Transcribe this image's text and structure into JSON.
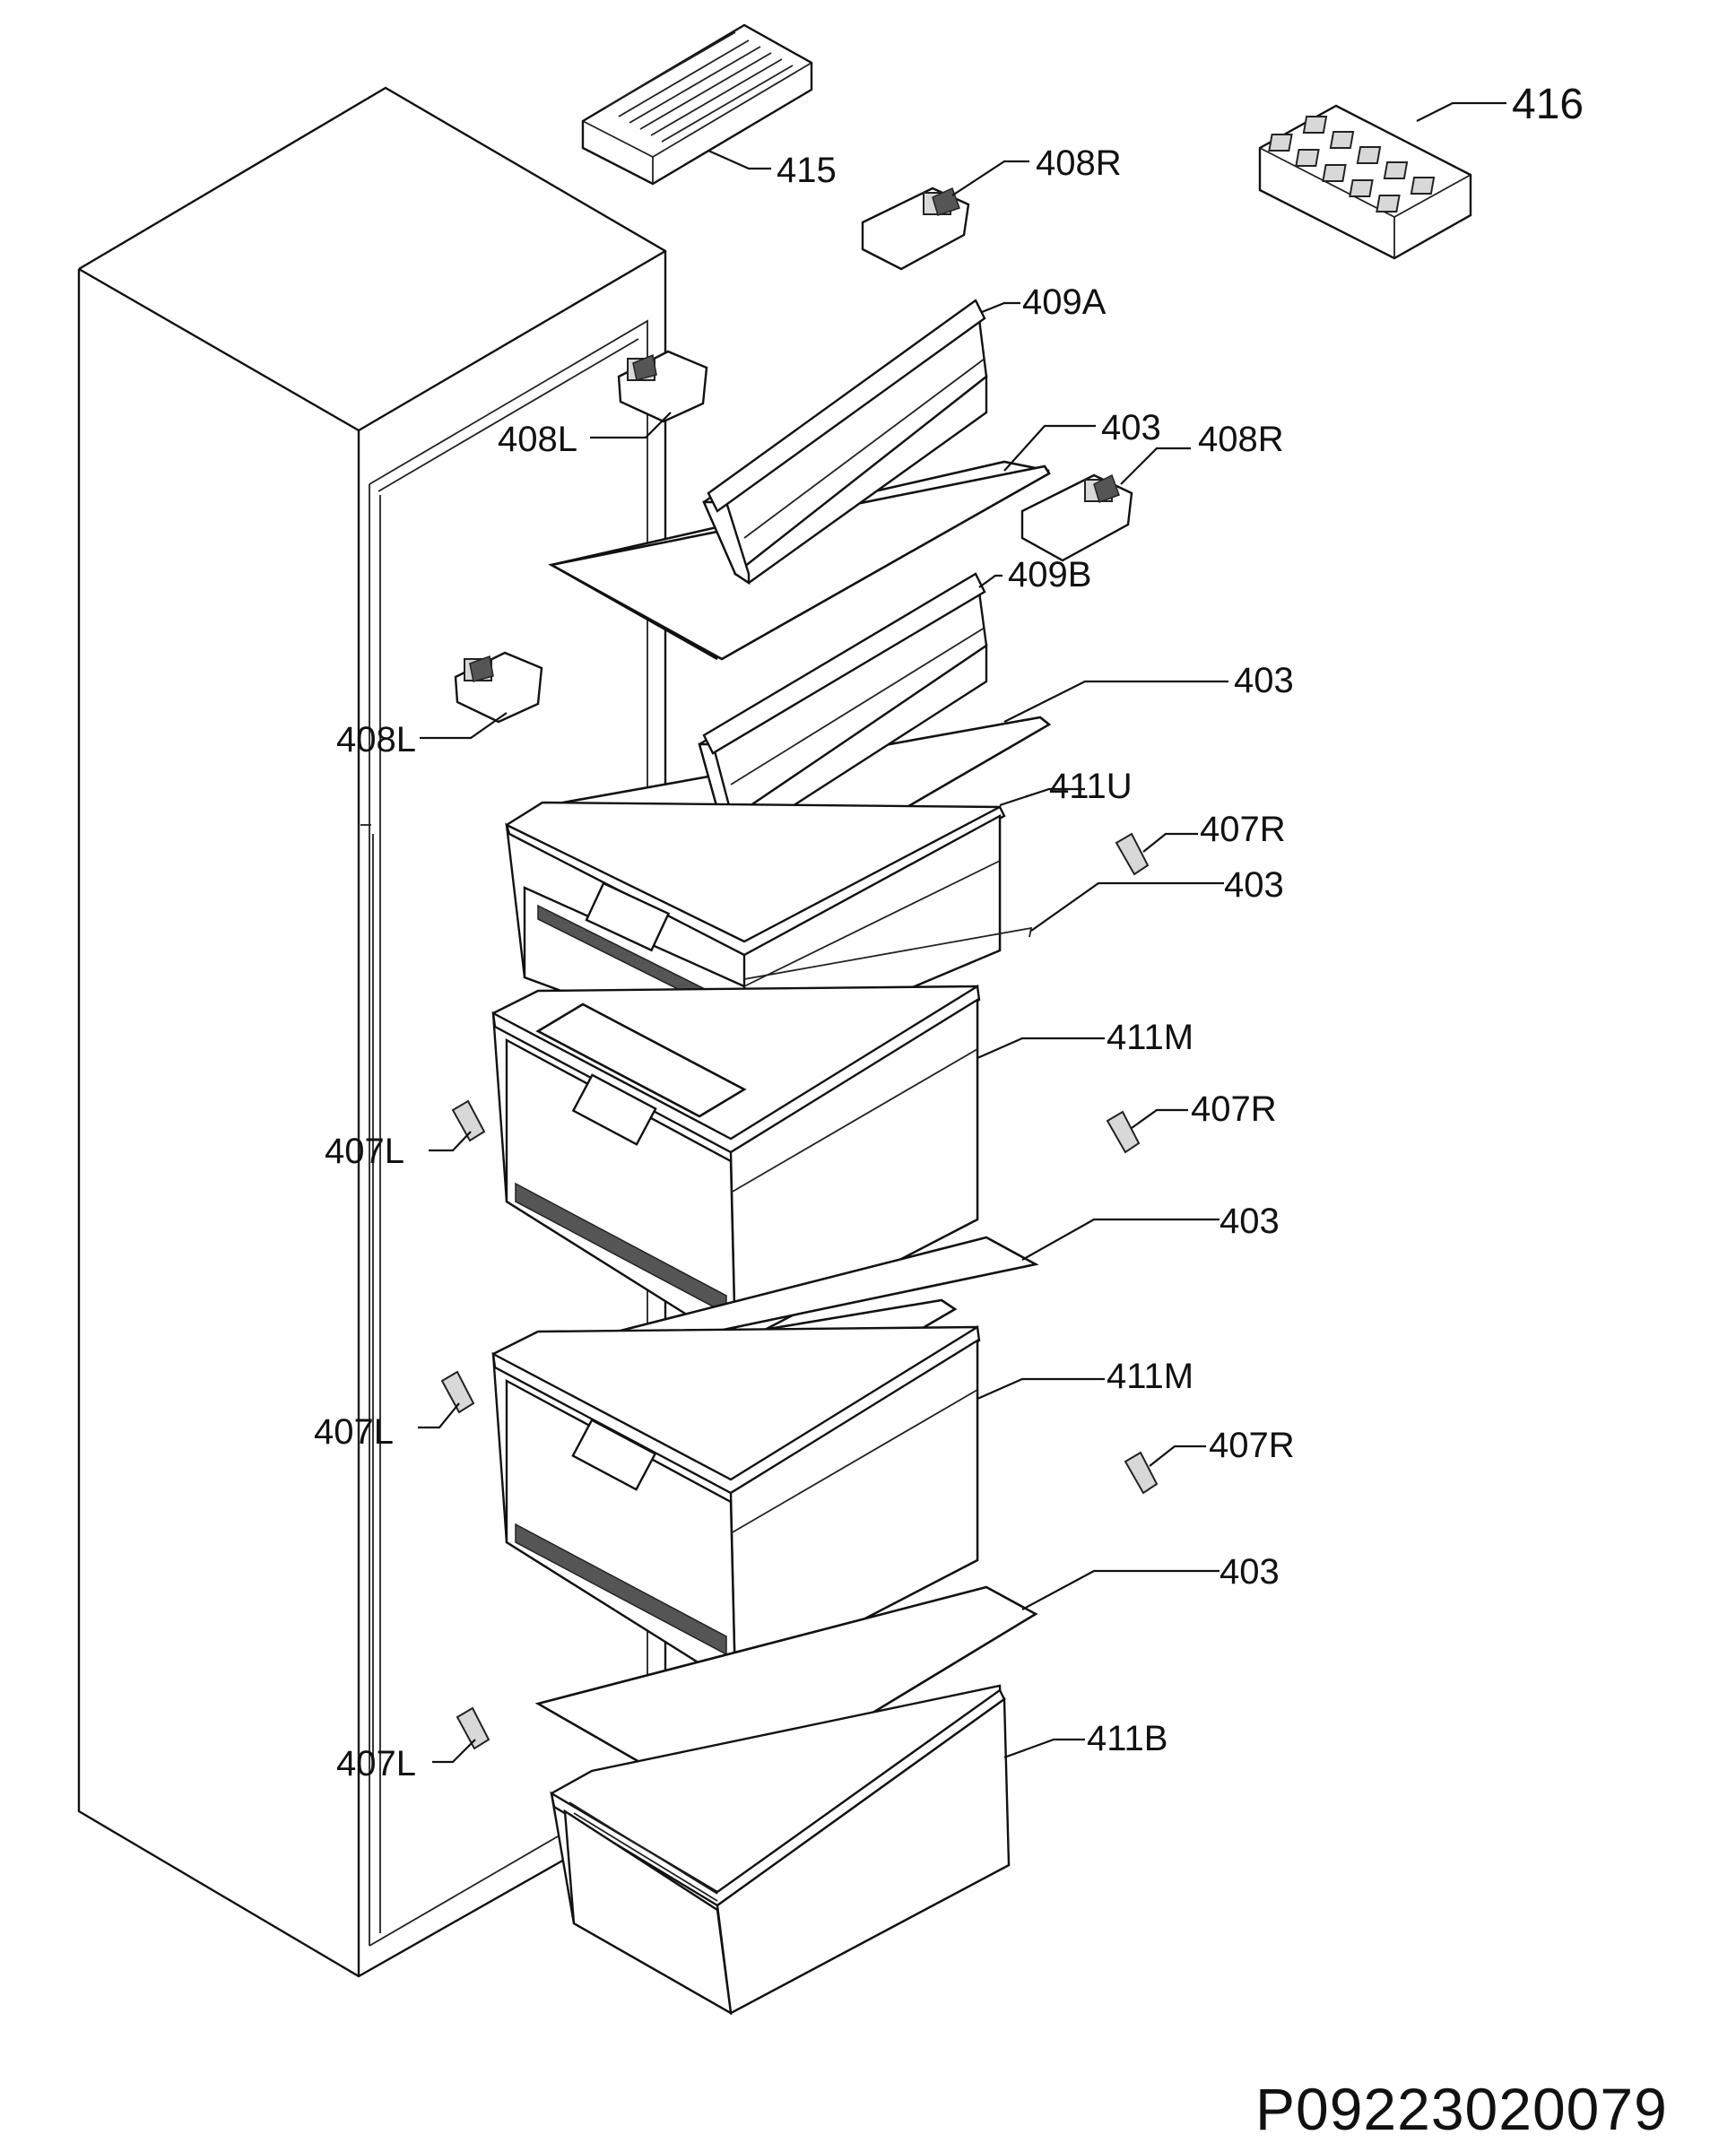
{
  "diagram_code": "P09223020079",
  "labels": {
    "ice_tray": "416",
    "ice_cover": "415",
    "hinge_right_top": "408R",
    "hinge_right_mid": "408R",
    "hinge_left_top": "408L",
    "hinge_left_mid": "408L",
    "flap_a": "409A",
    "flap_b": "409B",
    "glass_1": "403",
    "glass_2": "403",
    "glass_3": "403",
    "glass_4": "403",
    "glass_5": "403",
    "drawer_upper": "411U",
    "drawer_mid_1": "411M",
    "drawer_mid_2": "411M",
    "drawer_bottom": "411B",
    "guide_right_1": "407R",
    "guide_right_2": "407R",
    "guide_right_3": "407R",
    "guide_left_1": "407L",
    "guide_left_2": "407L",
    "guide_left_3": "407L"
  }
}
